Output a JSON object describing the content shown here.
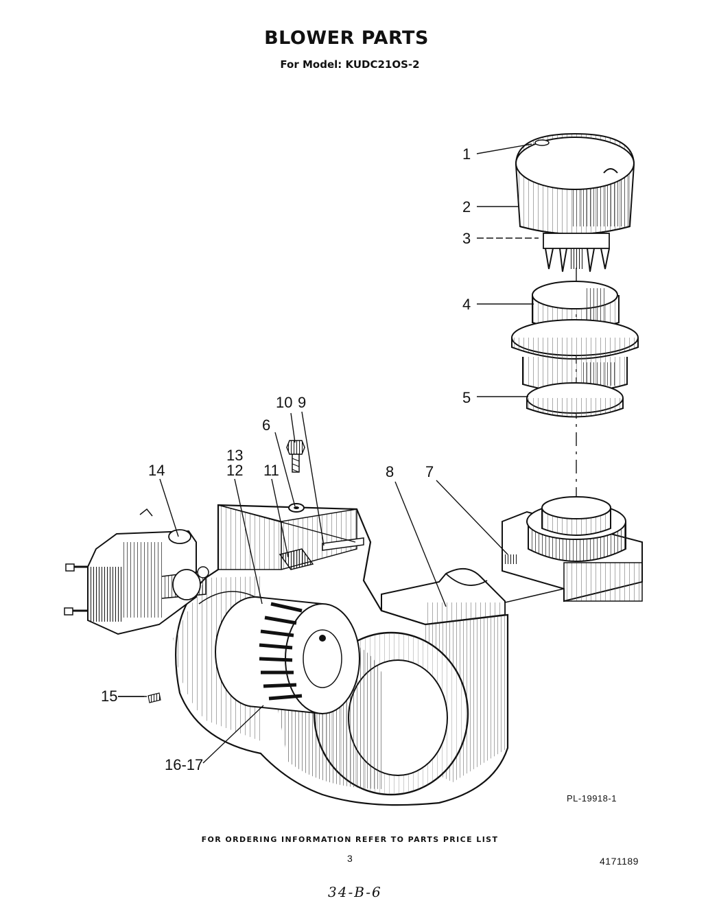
{
  "header": {
    "title": "BLOWER PARTS",
    "subtitle": "For Model: KUDC21OS-2"
  },
  "callouts": {
    "c1": "1",
    "c2": "2",
    "c3": "3",
    "c4": "4",
    "c5": "5",
    "c6": "6",
    "c7": "7",
    "c8": "8",
    "c9": "9",
    "c10": "10",
    "c11": "11",
    "c12": "12",
    "c13": "13",
    "c14": "14",
    "c15": "15",
    "c16_17": "16-17"
  },
  "footer": {
    "pl_code": "PL-19918-1",
    "ordering_note": "FOR ORDERING INFORMATION REFER TO PARTS PRICE LIST",
    "page_number": "3",
    "document_number": "4171189",
    "handwritten_note": "34-B-6"
  }
}
